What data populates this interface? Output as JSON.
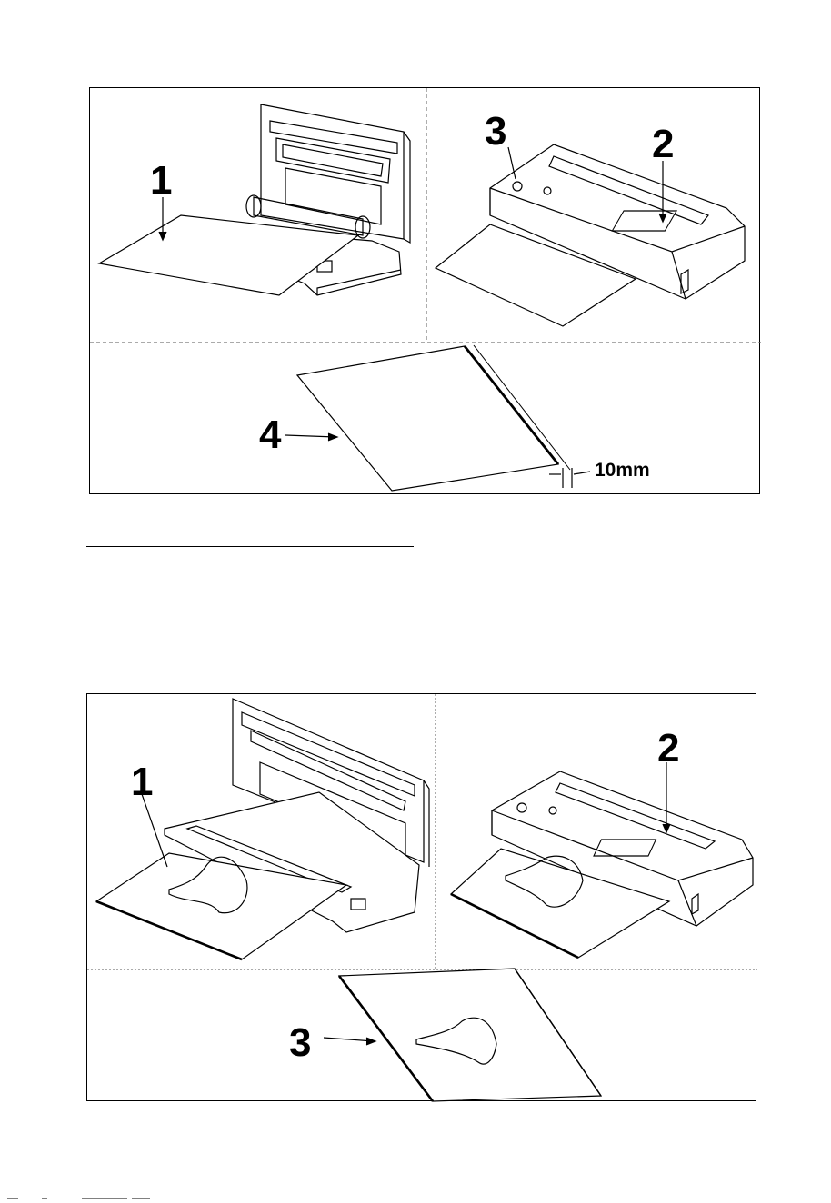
{
  "figure1": {
    "callouts": {
      "n1": "1",
      "n2": "2",
      "n3": "3",
      "n4": "4"
    },
    "dimension_label": "10mm"
  },
  "figure2": {
    "callouts": {
      "n1": "1",
      "n2": "2",
      "n3": "3"
    }
  }
}
